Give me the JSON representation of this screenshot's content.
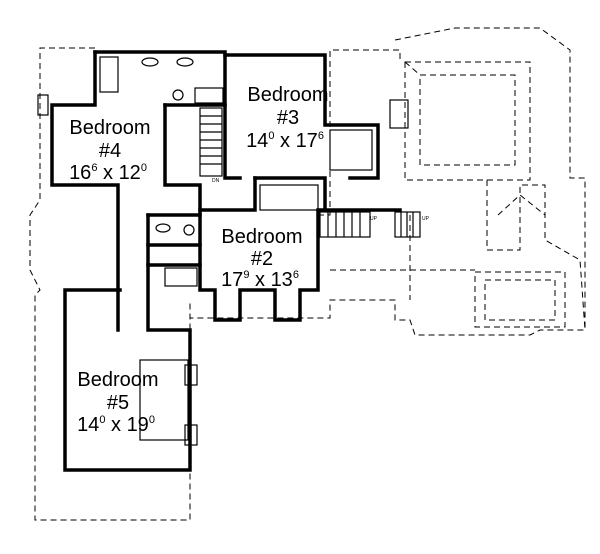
{
  "rooms": [
    {
      "name": "Bedroom",
      "number": "#3",
      "w": "14",
      "wsup": "0",
      "h": "17",
      "hsup": "6"
    },
    {
      "name": "Bedroom",
      "number": "#4",
      "w": "16",
      "wsup": "6",
      "h": "12",
      "hsup": "0"
    },
    {
      "name": "Bedroom",
      "number": "#2",
      "w": "17",
      "wsup": "9",
      "h": "13",
      "hsup": "6"
    },
    {
      "name": "Bedroom",
      "number": "#5",
      "w": "14",
      "wsup": "0",
      "h": "19",
      "hsup": "0"
    }
  ],
  "stairs": {
    "dn": "DN",
    "up1": "UP",
    "up2": "UP"
  }
}
